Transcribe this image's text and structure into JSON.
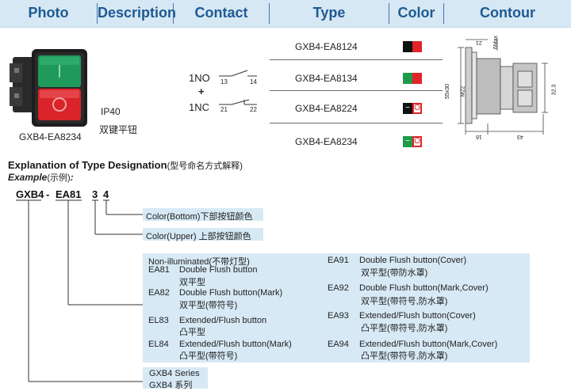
{
  "header": {
    "photo": "Photo",
    "description": "Description",
    "contact": "Contact",
    "type": "Type",
    "color": "Color",
    "contour": "Contour"
  },
  "product": {
    "model": "GXB4-EA8234",
    "ip": "IP40",
    "name_cn": "双键平钮"
  },
  "contacts": {
    "no_label": "1NO",
    "plus": "+",
    "nc_label": "1NC",
    "no_t1": "13",
    "no_t2": "14",
    "nc_t1": "21",
    "nc_t2": "22"
  },
  "types": [
    {
      "code": "GXB4-EA8124",
      "colors": [
        "#111111",
        "#e0242a"
      ],
      "marks": [
        "",
        ""
      ]
    },
    {
      "code": "GXB4-EA8134",
      "colors": [
        "#1f9a48",
        "#e0242a"
      ],
      "marks": [
        "",
        ""
      ]
    },
    {
      "code": "GXB4-EA8224",
      "colors": [
        "#111111",
        "#e0242a"
      ],
      "marks": [
        "−",
        "O"
      ]
    },
    {
      "code": "GXB4-EA8234",
      "colors": [
        "#1f9a48",
        "#e0242a"
      ],
      "marks": [
        "−",
        "O"
      ]
    }
  ],
  "contour_dims": {
    "d21": "21",
    "d6": "6Max",
    "d55": "55x30",
    "m22": "M22",
    "d32": "32.3",
    "d16": "16",
    "d43": "43"
  },
  "designation": {
    "title": "Explanation of Type Designation",
    "title_cn": "(型号命名方式解释)",
    "example": "Example",
    "example_cn": "(示例)",
    "colon": ":",
    "code_series": "GXB4",
    "code_dash": "-",
    "code_ea": "EA81",
    "code_3": "3",
    "code_4": "4",
    "color_bottom": "Color(Bottom)下部按钮颜色",
    "color_upper": "Color(Upper) 上部按钮颜色",
    "non_illuminated": "Non-illuminated(不带灯型)",
    "options_left": [
      {
        "code": "EA81",
        "en": "Double Flush button",
        "cn": "双平型"
      },
      {
        "code": "EA82",
        "en": "Double Flush button(Mark)",
        "cn": "双平型(带符号)"
      },
      {
        "code": "EL83",
        "en": "Extended/Flush button",
        "cn": "凸平型"
      },
      {
        "code": "EL84",
        "en": "Extended/Flush button(Mark)",
        "cn": "凸平型(带符号)"
      }
    ],
    "options_right": [
      {
        "code": "EA91",
        "en": "Double Flush button(Cover)",
        "cn": "双平型(带防水罩)"
      },
      {
        "code": "EA92",
        "en": "Double Flush button(Mark,Cover)",
        "cn": "双平型(带符号,防水罩)"
      },
      {
        "code": "EA93",
        "en": "Extended/Flush button(Cover)",
        "cn": "凸平型(带符号,防水罩)"
      },
      {
        "code": "EA94",
        "en": "Extended/Flush button(Mark,Cover)",
        "cn": "凸平型(带符号,防水罩)"
      }
    ],
    "series_en": "GXB4 Series",
    "series_cn": "GXB4 系列"
  }
}
